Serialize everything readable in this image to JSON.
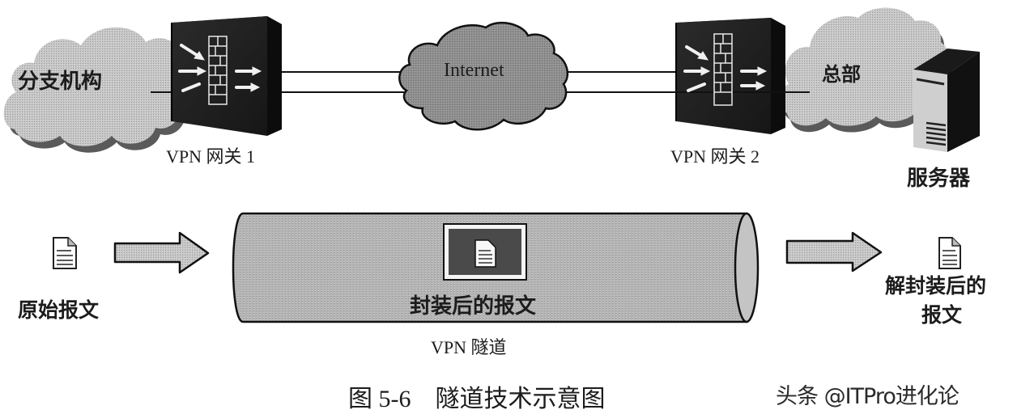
{
  "diagram": {
    "top_network": {
      "branch_cloud_label": "分支机构",
      "gateway1_label": "VPN 网关 1",
      "internet_cloud_label": "Internet",
      "gateway2_label": "VPN 网关 2",
      "hq_cloud_label": "总部",
      "server_label": "服务器"
    },
    "tunnel_flow": {
      "original_packet_label": "原始报文",
      "encapsulated_packet_label": "封装后的报文",
      "tunnel_label": "VPN 隧道",
      "decapsulated_packet_label_line1": "解封装后的",
      "decapsulated_packet_label_line2": "报文"
    },
    "caption": "图 5-6　隧道技术示意图",
    "watermark": "头条 @ITPro进化论",
    "icons": {
      "branch_cloud": "cloud-icon",
      "gateway1": "firewall-gateway-icon",
      "internet_cloud": "cloud-icon",
      "gateway2": "firewall-gateway-icon",
      "hq_cloud": "cloud-icon",
      "server": "server-tower-icon",
      "original_packet": "document-icon",
      "encapsulated_packet": "document-icon",
      "decapsulated_packet": "document-icon",
      "arrow_in": "block-arrow-right-icon",
      "arrow_out": "block-arrow-right-icon",
      "tunnel": "cylinder-pipe-icon"
    },
    "colors": {
      "background": "#ffffff",
      "cloud_light": "#c9c9c9",
      "cloud_dark": "#8e8e8e",
      "device_body": "#1e1e1e",
      "tunnel_fill": "#b4b4b4",
      "arrow_fill": "#b8b8b8",
      "line": "#111111"
    }
  }
}
